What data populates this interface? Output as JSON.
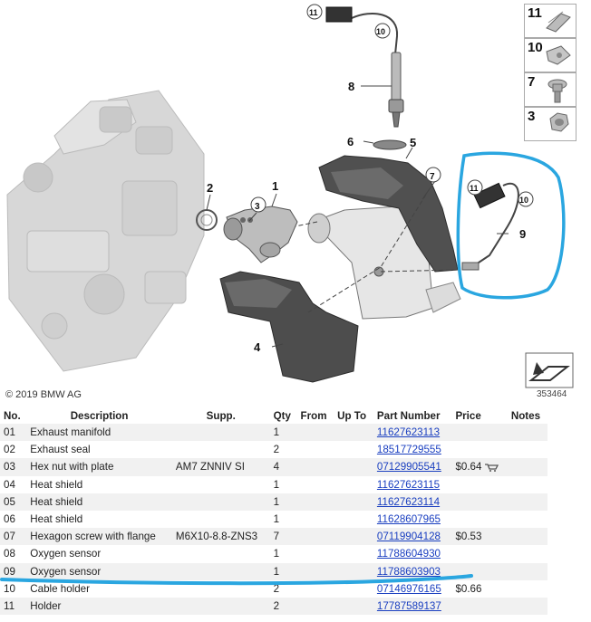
{
  "diagram": {
    "copyright": "© 2019 BMW AG",
    "diagram_id": "353464",
    "callouts": [
      "1",
      "2",
      "3",
      "4",
      "5",
      "6",
      "7",
      "8",
      "9",
      "10",
      "11",
      "10",
      "11"
    ],
    "legend": [
      {
        "num": "11",
        "icon": "holder-clip-icon"
      },
      {
        "num": "10",
        "icon": "cable-holder-icon"
      },
      {
        "num": "7",
        "icon": "hexagon-screw-icon"
      },
      {
        "num": "3",
        "icon": "hex-nut-icon"
      }
    ]
  },
  "table": {
    "headers": [
      "No.",
      "Description",
      "Supp.",
      "Qty",
      "From",
      "Up To",
      "Part Number",
      "Price",
      "Notes"
    ],
    "rows": [
      {
        "no": "01",
        "desc": "Exhaust manifold",
        "supp": "",
        "qty": "1",
        "from": "",
        "upto": "",
        "part": "11627623113",
        "price": "",
        "notes": ""
      },
      {
        "no": "02",
        "desc": "Exhaust seal",
        "supp": "",
        "qty": "2",
        "from": "",
        "upto": "",
        "part": "18517729555",
        "price": "",
        "notes": ""
      },
      {
        "no": "03",
        "desc": "Hex nut with plate",
        "supp": "AM7 ZNNIV SI",
        "qty": "4",
        "from": "",
        "upto": "",
        "part": "07129905541",
        "price": "$0.64",
        "notes": ""
      },
      {
        "no": "04",
        "desc": "Heat shield",
        "supp": "",
        "qty": "1",
        "from": "",
        "upto": "",
        "part": "11627623115",
        "price": "",
        "notes": ""
      },
      {
        "no": "05",
        "desc": "Heat shield",
        "supp": "",
        "qty": "1",
        "from": "",
        "upto": "",
        "part": "11627623114",
        "price": "",
        "notes": ""
      },
      {
        "no": "06",
        "desc": "Heat shield",
        "supp": "",
        "qty": "1",
        "from": "",
        "upto": "",
        "part": "11628607965",
        "price": "",
        "notes": ""
      },
      {
        "no": "07",
        "desc": "Hexagon screw with flange",
        "supp": "M6X10-8.8-ZNS3",
        "qty": "7",
        "from": "",
        "upto": "",
        "part": "07119904128",
        "price": "$0.53",
        "notes": ""
      },
      {
        "no": "08",
        "desc": "Oxygen sensor",
        "supp": "",
        "qty": "1",
        "from": "",
        "upto": "",
        "part": "11788604930",
        "price": "",
        "notes": ""
      },
      {
        "no": "09",
        "desc": "Oxygen sensor",
        "supp": "",
        "qty": "1",
        "from": "",
        "upto": "",
        "part": "11788603903",
        "price": "",
        "notes": ""
      },
      {
        "no": "10",
        "desc": "Cable holder",
        "supp": "",
        "qty": "2",
        "from": "",
        "upto": "",
        "part": "07146976165",
        "price": "$0.66",
        "notes": ""
      },
      {
        "no": "11",
        "desc": "Holder",
        "supp": "",
        "qty": "2",
        "from": "",
        "upto": "",
        "part": "17787589137",
        "price": "",
        "notes": ""
      }
    ]
  },
  "colors": {
    "annotation": "#2aa6e0",
    "link": "#1a3fc0",
    "row_alt": "#f1f1f1"
  }
}
